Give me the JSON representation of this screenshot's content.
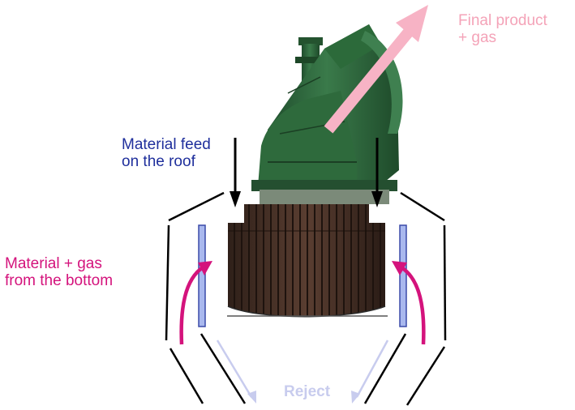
{
  "labels": {
    "final_product": [
      "Final product",
      "+ gas"
    ],
    "material_feed": [
      "Material feed",
      "on the roof"
    ],
    "material_gas_bottom": [
      "Material + gas",
      "from the bottom"
    ],
    "reject": "Reject"
  },
  "colors": {
    "final_product": "#f4a3b8",
    "final_arrow": "#f7b3c5",
    "material_feed": "#1f2f9c",
    "material_gas": "#d4137c",
    "reject": "#c8ccee",
    "machine_green": "#2f6a3e",
    "rotor_brown": "#4a3228",
    "guide_vane_fill": "#a9b8ee",
    "guide_vane_stroke": "#3a4aa8",
    "housing_line": "#000000"
  }
}
